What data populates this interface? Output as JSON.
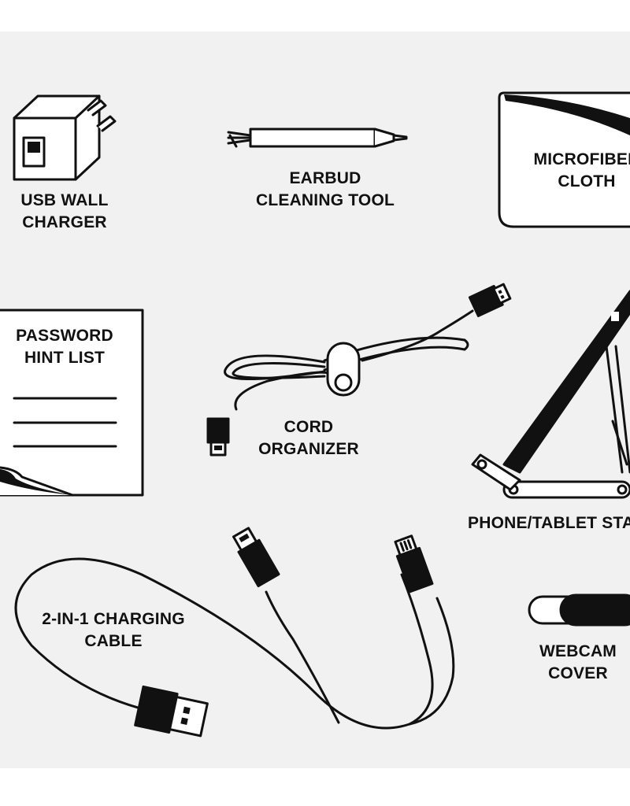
{
  "labels": {
    "usb_wall_charger": [
      "USB WALL",
      "CHARGER"
    ],
    "earbud_cleaning_tool": [
      "EARBUD",
      "CLEANING TOOL"
    ],
    "microfiber_cloth": [
      "MICROFIBER",
      "CLOTH"
    ],
    "password_hint_list": [
      "PASSWORD",
      "HINT LIST"
    ],
    "cord_organizer": [
      "CORD",
      "ORGANIZER"
    ],
    "phone_tablet_stand": [
      "PHONE/TABLET STAND"
    ],
    "two_in_one_cable": [
      "2-IN-1 CHARGING",
      "CABLE"
    ],
    "webcam_cover": [
      "WEBCAM",
      "COVER"
    ]
  },
  "colors": {
    "background": "#f1f1f1",
    "page": "#ffffff",
    "ink": "#111111"
  }
}
